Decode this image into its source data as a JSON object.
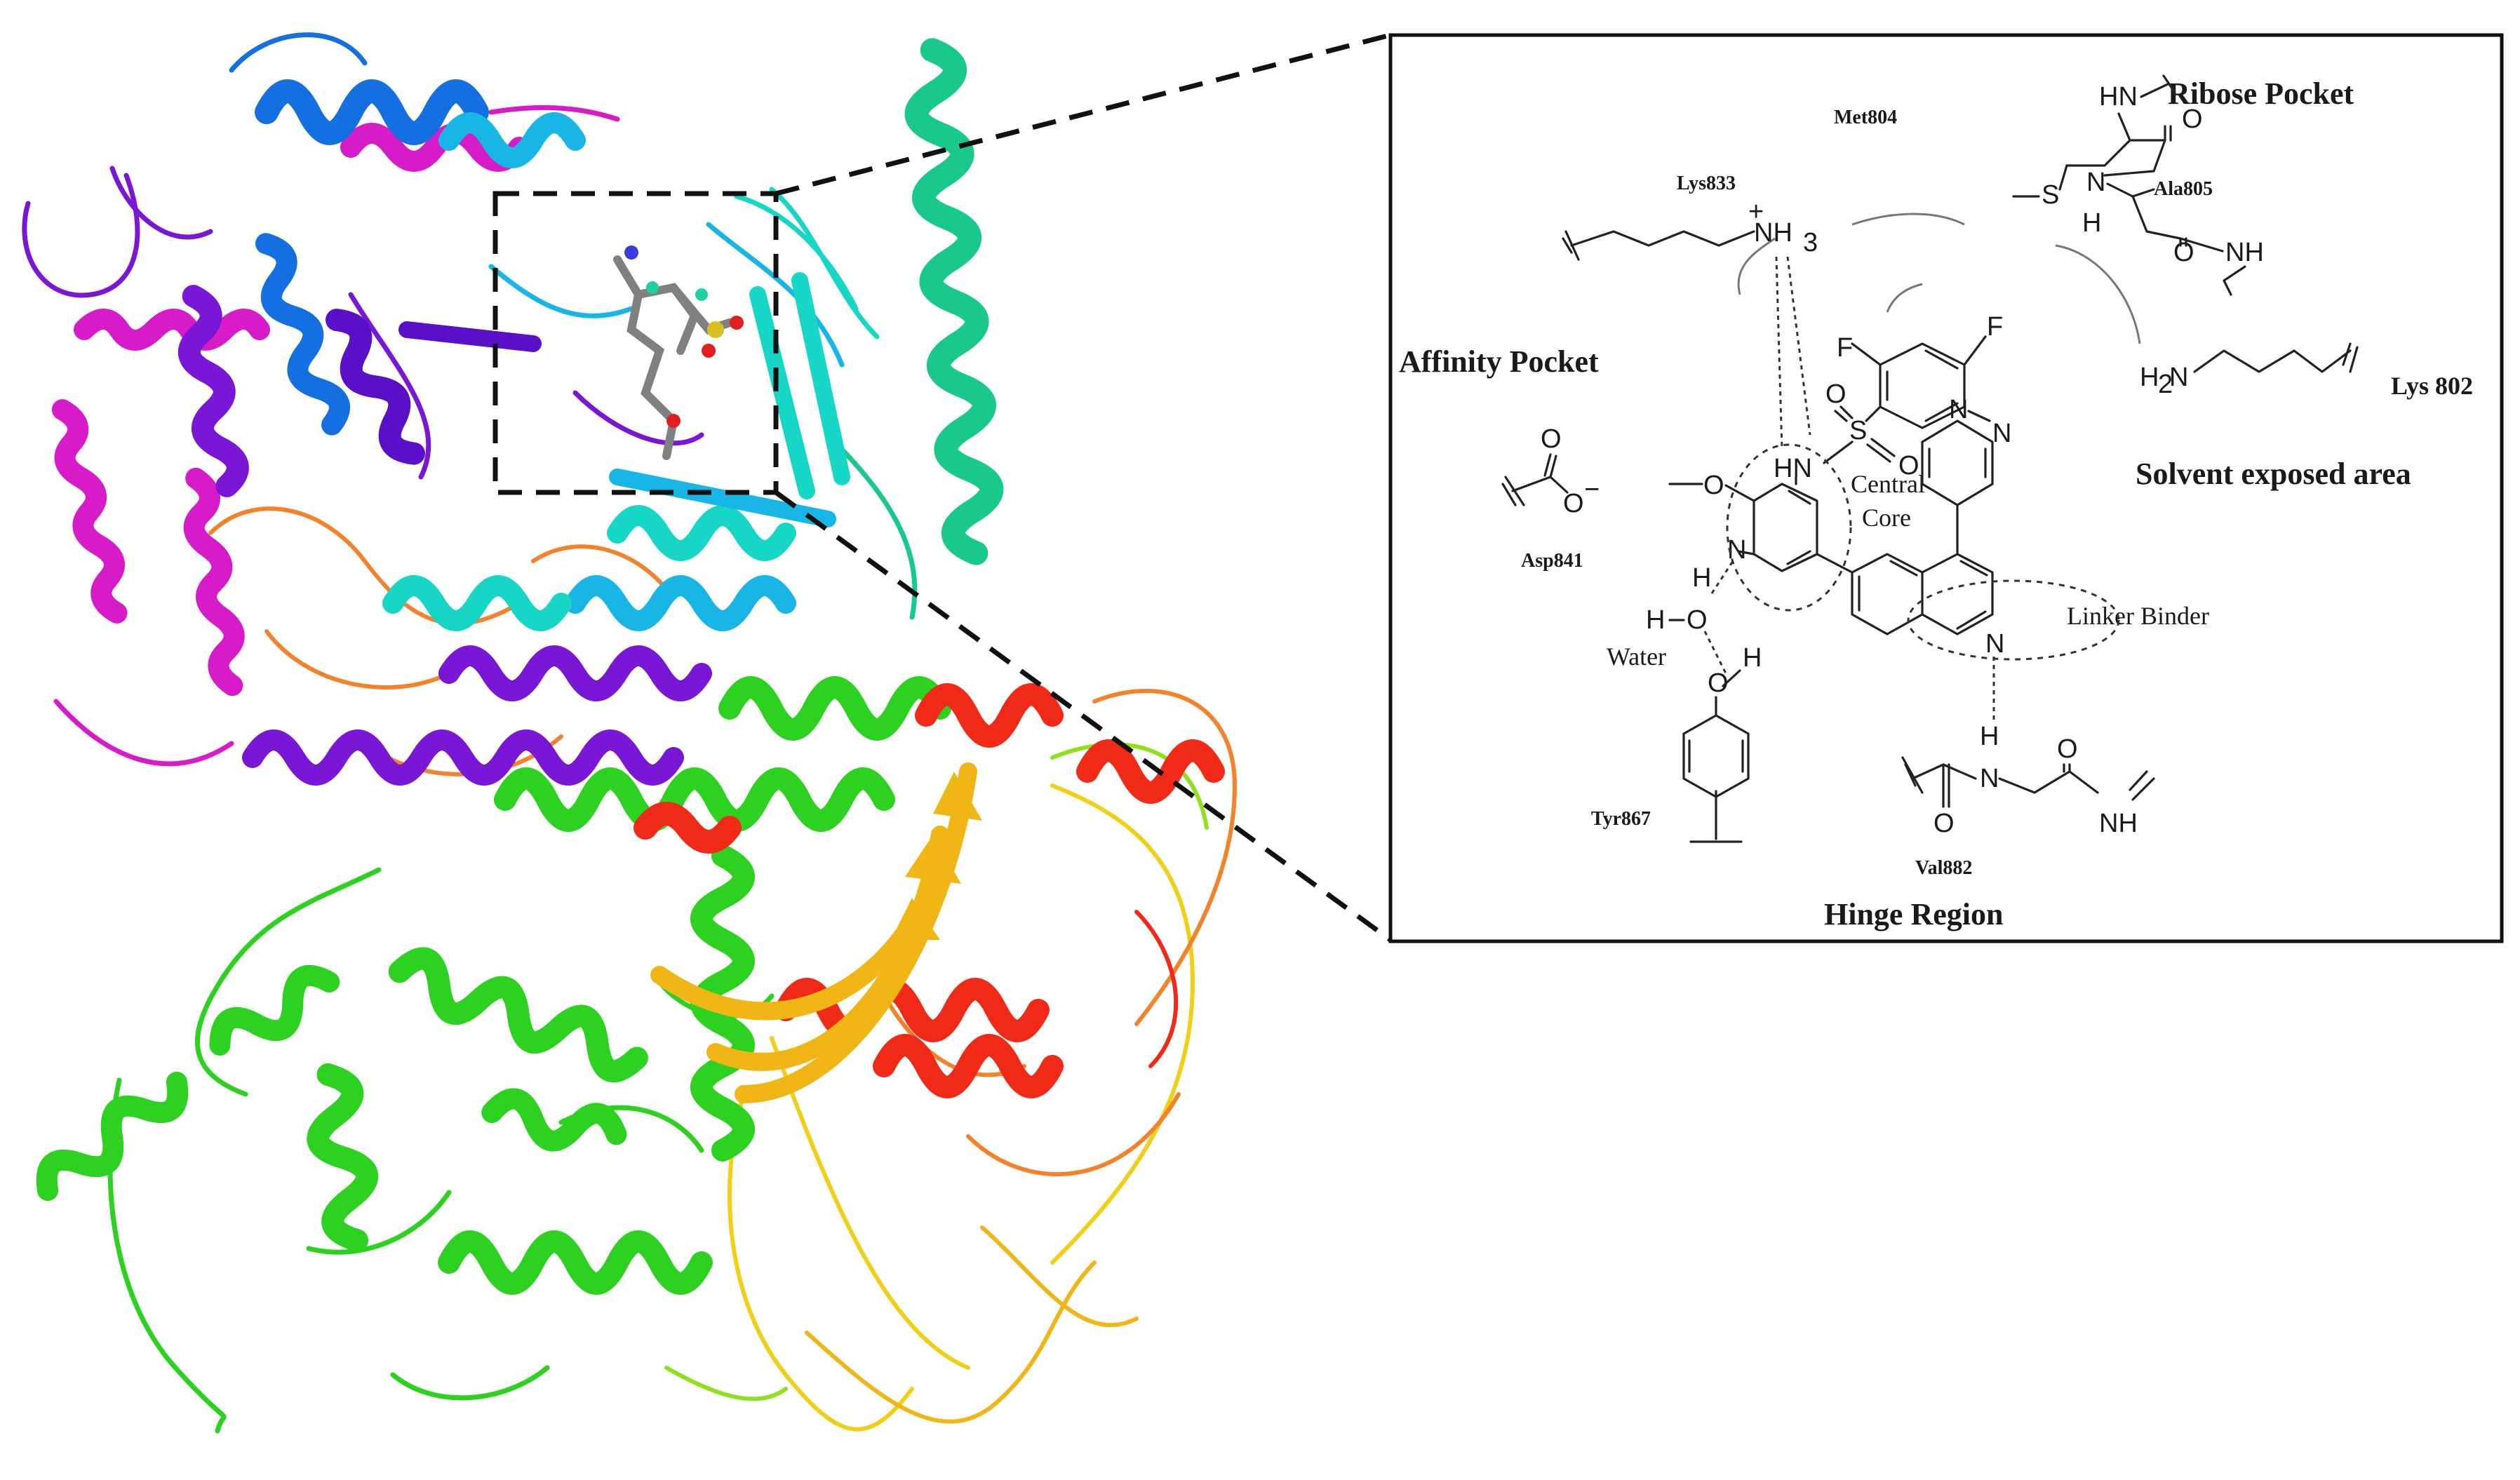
{
  "colors": {
    "magenta": "#d81bc8",
    "purple": "#7a16d6",
    "violet": "#5a10c8",
    "blue": "#1470e0",
    "skyblue": "#17b6e6",
    "cyan": "#16d6c6",
    "teal_green": "#19c98a",
    "green": "#2cd21f",
    "lime": "#8fe01e",
    "yellow": "#f2cf17",
    "gold": "#f0b616",
    "orange": "#f4822a",
    "red": "#f02a16",
    "ligand_carbon": "#808080"
  },
  "inset": {
    "regions": {
      "ribose_pocket": "Ribose Pocket",
      "affinity_pocket": "Affinity Pocket",
      "solvent_exposed": "Solvent exposed area",
      "hinge_region": "Hinge Region",
      "central_core": [
        "Central",
        "Core"
      ],
      "linker_binder": "Linker Binder",
      "water": "Water"
    },
    "residues": {
      "met804": "Met804",
      "ala805": "Ala805",
      "lys833": "Lys833",
      "lys802": "Lys 802",
      "asp841": "Asp841",
      "tyr867": "Tyr867",
      "val882": "Val882"
    }
  }
}
